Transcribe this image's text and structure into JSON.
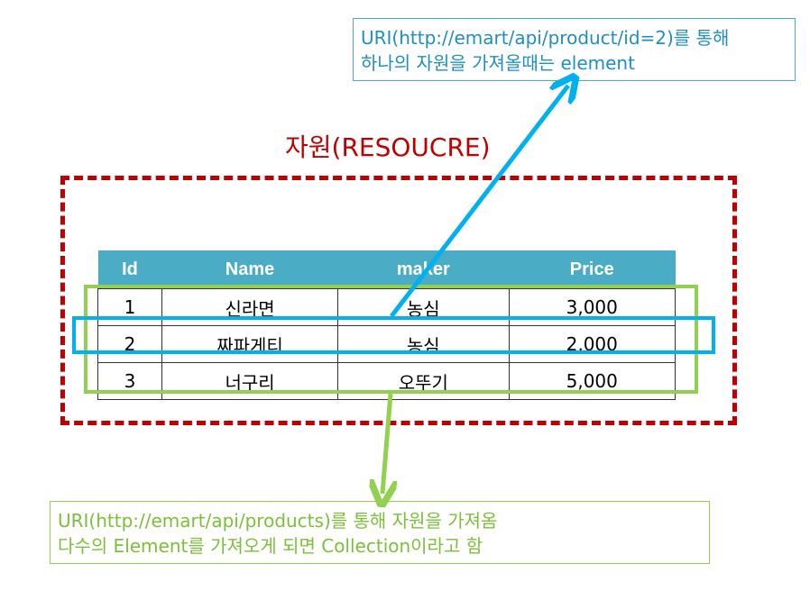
{
  "callout_single": {
    "line1": "URI(http://emart/api/product/id=2)를 통해",
    "line2": "하나의 자원을 가져올때는 element"
  },
  "resource_title": "자원(RESOUCRE)",
  "table": {
    "headers": [
      "Id",
      "Name",
      "maker",
      "Price"
    ],
    "rows": [
      [
        "1",
        "신라면",
        "농심",
        "3,000"
      ],
      [
        "2",
        "짜파게티",
        "농심",
        "2,000"
      ],
      [
        "3",
        "너구리",
        "오뚜기",
        "5,000"
      ]
    ],
    "header_color": "#4bacc6"
  },
  "callout_collection": {
    "line1": "URI(http://emart/api/products)를 통해 자원을 가져옴",
    "line2": "다수의 Element를 가져오게 되면 Collection이라고 함"
  },
  "colors": {
    "resource_border": "#c00000",
    "element_highlight": "#00b0f0",
    "collection_highlight": "#92d050"
  }
}
